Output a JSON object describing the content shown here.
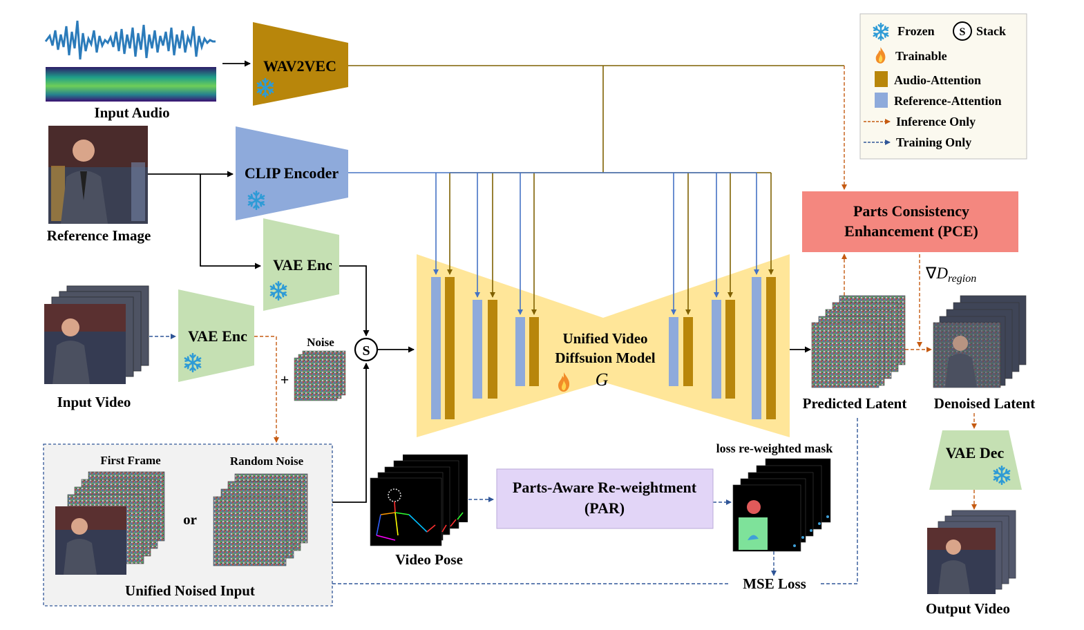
{
  "title": "",
  "inputs": {
    "audio_label": "Input Audio",
    "reference_label": "Reference Image",
    "video_label": "Input Video"
  },
  "encoders": {
    "wav2vec": "WAV2VEC",
    "clip": "CLIP Encoder",
    "vae_enc_ref": "VAE Enc",
    "vae_enc_video": "VAE Enc",
    "vae_dec": "VAE Dec"
  },
  "noise_label": "Noise",
  "stack_symbol": "S",
  "plus_symbol": "+",
  "unified_input": {
    "first_frame": "First Frame",
    "or": "or",
    "random_noise": "Random Noise",
    "label": "Unified Noised Input"
  },
  "model": {
    "line1": "Unified Video",
    "line2": "Diffsuion Model",
    "symbol": "G"
  },
  "outputs": {
    "predicted_latent": "Predicted Latent",
    "denoised_latent": "Denoised Latent",
    "output_video": "Output Video"
  },
  "pce": {
    "line1": "Parts Consistency",
    "line2": "Enhancement (PCE)"
  },
  "gradient": {
    "nabla": "∇",
    "D": "D",
    "sub": "region"
  },
  "pose_label": "Video Pose",
  "par": {
    "line1": "Parts-Aware Re-weightment",
    "line2": "(PAR)"
  },
  "mask_label": "loss re-weighted mask",
  "mse_label": "MSE Loss",
  "legend": {
    "frozen": "Frozen",
    "stack": "Stack",
    "stack_symbol": "S",
    "trainable": "Trainable",
    "audio_attention": "Audio-Attention",
    "reference_attention": "Reference-Attention",
    "inference_only": "Inference Only",
    "training_only": "Training Only"
  },
  "colors": {
    "audio_attention": "#b8860b",
    "reference_attention": "#8eaadb",
    "wav2vec_fill": "#b8860b",
    "clip_fill": "#8eaadb",
    "vae_fill": "#c5e0b3",
    "model_fill": "#ffe699",
    "pce_fill": "#f4877f",
    "par_fill": "#e2d5f7",
    "inference_arrow": "#c55a11",
    "training_arrow": "#2f5597",
    "unified_box": "#f2f2f2"
  }
}
